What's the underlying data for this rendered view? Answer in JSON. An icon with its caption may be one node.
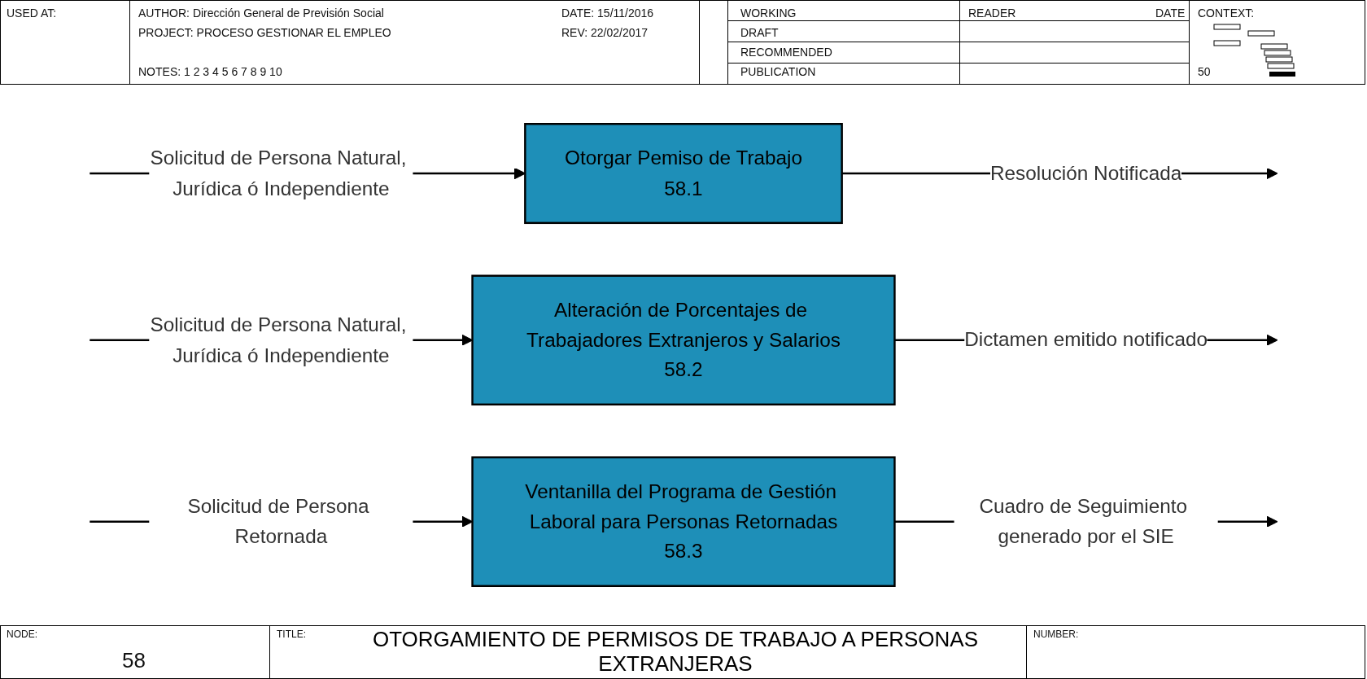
{
  "diagram": {
    "title": "OTORGAMIENTO DE PERMISOS DE TRABAJO A PERSONAS EXTRANJERAS",
    "nodes": [
      {
        "text": [
          "Otorgar Pemiso de Trabajo",
          "58.1"
        ]
      },
      {
        "text": [
          "Alteración de Porcentajes de Trabajadores Extranjeros y Salarios",
          "58.2"
        ]
      },
      {
        "text": [
          "Ventanilla del Programa de Gestión Laboral para Personas Retornadas",
          "58.3"
        ]
      }
    ],
    "edges": [
      {
        "from": null,
        "to": 0,
        "arrow": "to",
        "label": "Solicitud de Persona Natural, Jurídica ó Independiente"
      },
      {
        "from": 0,
        "to": null,
        "arrow": "to",
        "label": "Resolución Notificada"
      },
      {
        "from": null,
        "to": 1,
        "arrow": "to",
        "label": "Solicitud de Persona Natural, Jurídica ó Independiente"
      },
      {
        "from": 1,
        "to": null,
        "arrow": "to",
        "label": "Dictamen emitido notificado"
      },
      {
        "from": null,
        "to": 2,
        "arrow": "to",
        "label": "Solicitud de Persona Retornada"
      },
      {
        "from": 2,
        "to": null,
        "arrow": "to",
        "label": "Cuadro de Seguimiento generado por el SIE"
      }
    ],
    "labels": [
      "USED AT:",
      "AUTHOR: Dirección General de Previsión Social",
      "PROJECT: PROCESO GESTIONAR EL EMPLEO",
      "NOTES: 1 2 3 4 5 6 7 8 9 10",
      "DATE: 15/11/2016",
      "REV: 22/02/2017",
      "WORKING",
      "DRAFT",
      "RECOMMENDED",
      "PUBLICATION",
      "READER",
      "DATE",
      "CONTEXT:",
      "50",
      "NODE:",
      "58",
      "TITLE:",
      "NUMBER:"
    ]
  }
}
